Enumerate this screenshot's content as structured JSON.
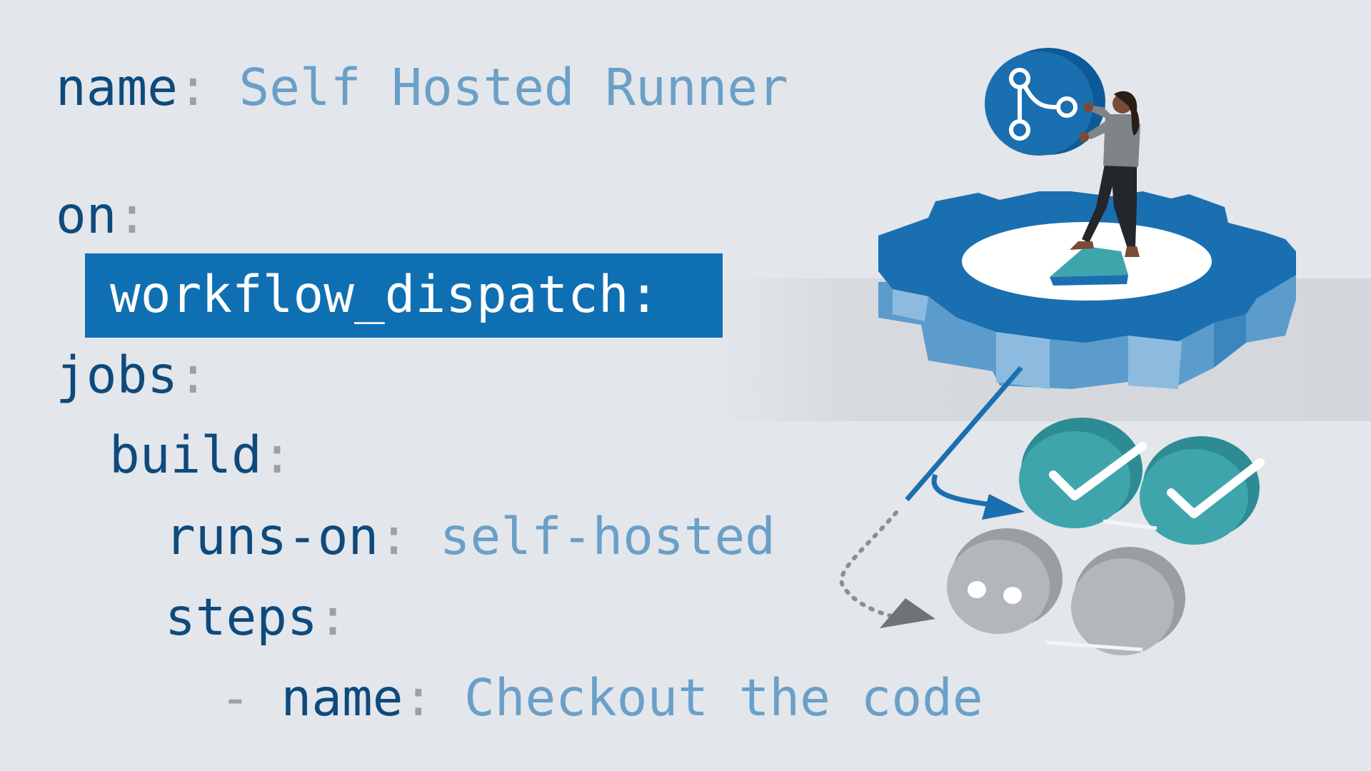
{
  "code_lines": [
    {
      "key": "name",
      "colon": ":",
      "value": " Self Hosted Runner"
    },
    {
      "key": "on",
      "colon": ":"
    },
    {
      "highlight": "workflow_dispatch:"
    },
    {
      "key": "jobs",
      "colon": ":"
    },
    {
      "key": "build",
      "colon": ":"
    },
    {
      "key": "runs-on",
      "colon": ":",
      "value": " self-hosted"
    },
    {
      "key": "steps",
      "colon": ":"
    },
    {
      "dash": "- ",
      "key": "name",
      "colon": ":",
      "value": " Checkout the code"
    }
  ],
  "colors": {
    "background": "#e3e6eb",
    "keyword": "#0e4a7c",
    "value": "#6aa0c8",
    "punctuation": "#9aa1a9",
    "highlight": "#0f6fb3",
    "gear_top": "#1a6fb0",
    "gear_side": "#5c9ccd",
    "check_circle": "#3fa5ad",
    "pending_circle": "#b3b6ba"
  },
  "illustration": {
    "gear_icon": "gear-icon",
    "branch_icon": "git-branch-icon",
    "person": "person-figure",
    "checks": [
      "check-icon",
      "check-icon"
    ],
    "pending": [
      "pending-icon",
      "pending-icon"
    ]
  }
}
